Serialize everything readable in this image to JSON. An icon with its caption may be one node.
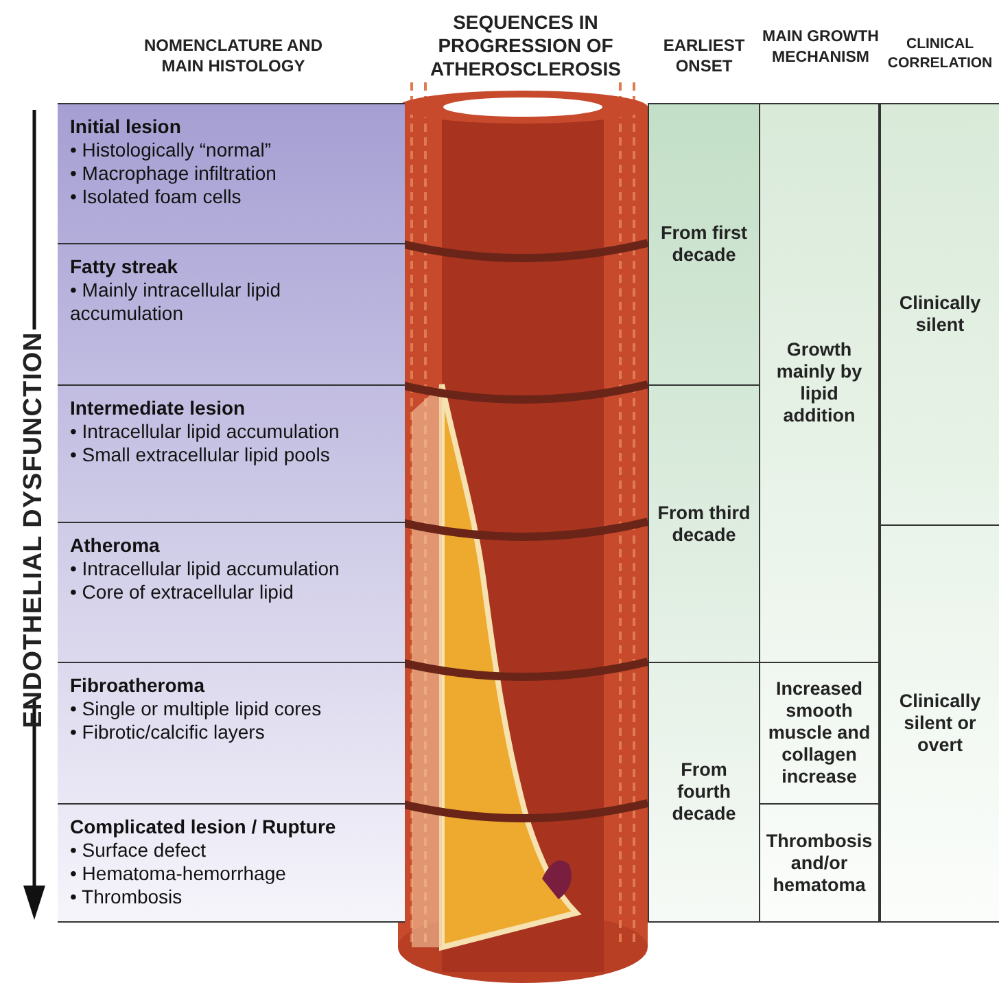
{
  "diagram": {
    "nodes": [
      {
        "text": [
          "Initial lesion",
          "• Histologically “normal”",
          "• Macrophage infiltration",
          "• Isolated foam cells"
        ]
      },
      {
        "text": [
          "Fatty streak",
          "• Mainly intracellular lipid accumulation"
        ]
      },
      {
        "text": [
          "Intermediate lesion",
          "• Intracellular lipid accumulation",
          "• Small extracellular lipid pools"
        ]
      },
      {
        "text": [
          "Atheroma",
          "• Intracellular lipid accumulation",
          "• Core of extracellular lipid"
        ]
      },
      {
        "text": [
          "Fibroatheroma",
          "• Single or multiple lipid cores",
          "• Fibrotic/calcific layers"
        ]
      },
      {
        "text": [
          "Complicated lesion / Rupture",
          "• Surface defect",
          "• Hematoma-hemorrhage",
          "• Thrombosis"
        ]
      },
      {
        "text": [
          "From first decade"
        ]
      },
      {
        "text": [
          "From third decade"
        ]
      },
      {
        "text": [
          "From fourth decade"
        ]
      },
      {
        "text": [
          "Growth mainly by lipid addition"
        ]
      },
      {
        "text": [
          "Increased smooth muscle and collagen increase"
        ]
      },
      {
        "text": [
          "Thrombosis and/or hematoma"
        ]
      },
      {
        "text": [
          "Clinically silent"
        ]
      },
      {
        "text": [
          "Clinically silent or overt"
        ]
      }
    ],
    "labels": [
      "NOMENCLATURE AND MAIN HISTOLOGY",
      "SEQUENCES IN PROGRESSION OF ATHEROSCLEROSIS",
      "EARLIEST ONSET",
      "MAIN GROWTH MECHANISM",
      "CLINICAL CORRELATION",
      "ENDOTHELIAL DYSFUNCTION"
    ]
  }
}
